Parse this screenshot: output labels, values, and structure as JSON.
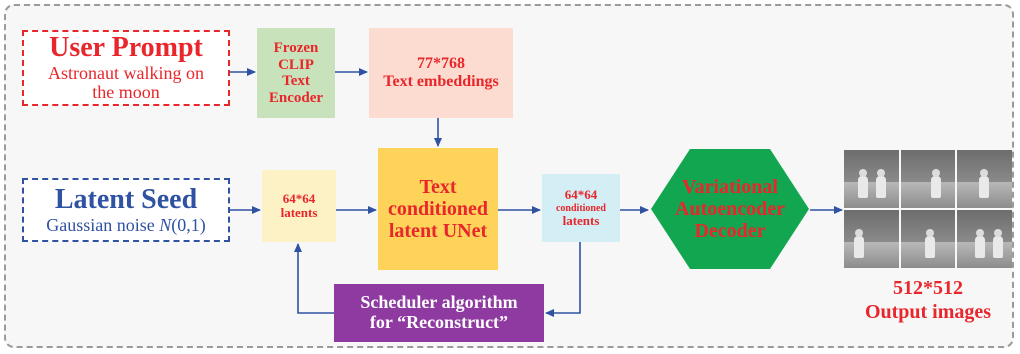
{
  "user_prompt": {
    "title": "User Prompt",
    "lines": [
      "Astronaut walking on",
      "the moon"
    ]
  },
  "latent_seed": {
    "title": "Latent Seed",
    "subtitle_prefix": "Gaussian noise ",
    "subtitle_italic": "N",
    "subtitle_suffix": "(0,1)"
  },
  "clip": {
    "lines": [
      "Frozen",
      "CLIP",
      "Text",
      "Encoder"
    ]
  },
  "text_embeddings": {
    "size": "77*768",
    "label": "Text embeddings"
  },
  "latents": {
    "size": "64*64",
    "label": "latents"
  },
  "unet": {
    "lines": [
      "Text",
      "conditioned",
      "latent UNet"
    ]
  },
  "conditioned_latents": {
    "size": "64*64",
    "qualifier": "conditioned",
    "label": "latents"
  },
  "scheduler": {
    "lines": [
      "Scheduler algorithm",
      "for “Reconstruct”"
    ]
  },
  "vae": {
    "lines": [
      "Variational",
      "Autoencoder",
      "Decoder"
    ]
  },
  "output": {
    "size": "512*512",
    "label": "Output images"
  },
  "colors": {
    "red": "#e8262b",
    "blue": "#2f52a3",
    "arrow": "#2f52a3",
    "purple": "#8e3aa0",
    "green_hex": "#13a650"
  },
  "icons": {
    "output_images": "astronaut-photo-grid"
  }
}
